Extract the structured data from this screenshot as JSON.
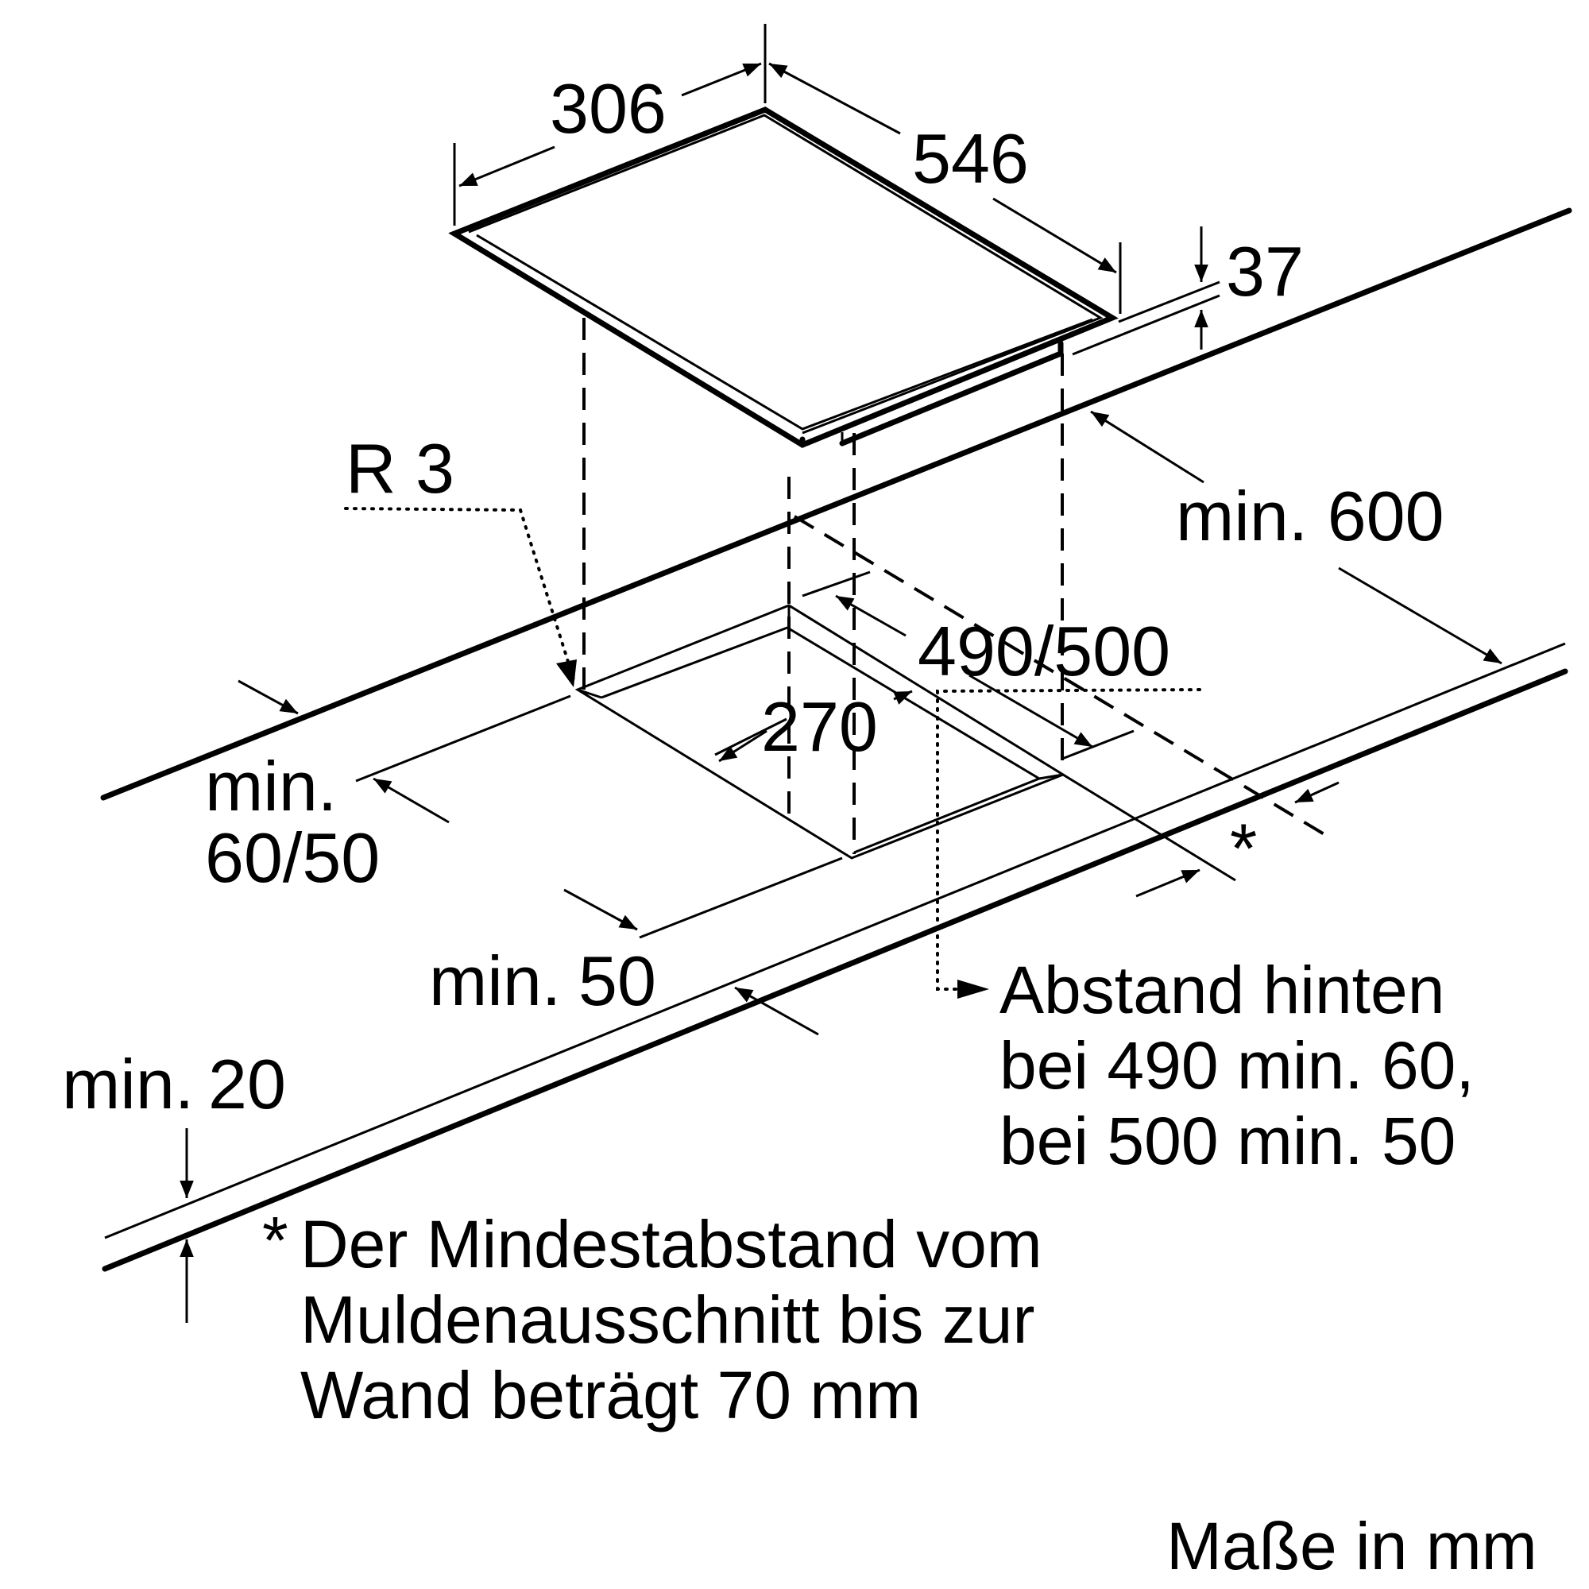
{
  "diagram": {
    "dimensions": {
      "hob_width": "306",
      "hob_depth": "546",
      "hob_height": "37",
      "corner_radius": "R 3",
      "worktop_depth_min": "min. 600",
      "cutout_depth": "490/500",
      "cutout_width": "270",
      "front_min_label": "min.",
      "front_min_value": "60/50",
      "side_min_label": "min.",
      "side_min_value": "50",
      "worktop_thickness_label": "min.",
      "worktop_thickness_value": "20",
      "asterisk": "*"
    },
    "notes": {
      "rear_gap_line1": "Abstand hinten",
      "rear_gap_line2": "bei 490 min. 60,",
      "rear_gap_line3": "bei 500 min. 50",
      "footnote_marker": "*",
      "footnote_line1": "Der Mindestabstand vom",
      "footnote_line2": "Muldenausschnitt bis zur",
      "footnote_line3": "Wand beträgt 70 mm",
      "units": "Maße in mm"
    }
  }
}
